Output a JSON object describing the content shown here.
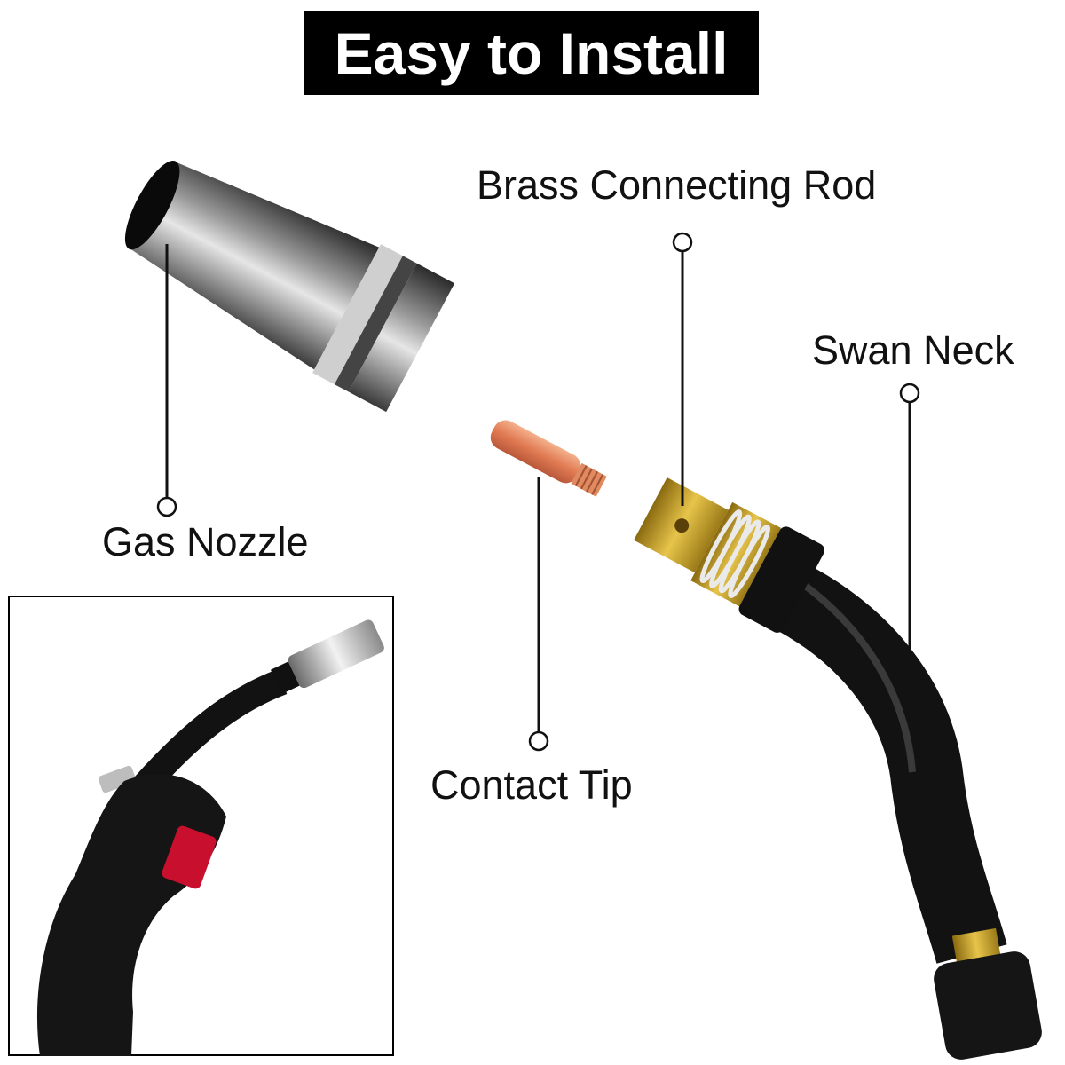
{
  "title": "Easy to Install",
  "labels": {
    "brass_connecting_rod": "Brass Connecting Rod",
    "swan_neck": "Swan Neck",
    "gas_nozzle": "Gas Nozzle",
    "contact_tip": "Contact Tip"
  },
  "colors": {
    "title_bg": "#000000",
    "title_text": "#ffffff",
    "label_text": "#111111",
    "nozzle_metal": "#7a7a7a",
    "contact_tip_copper": "#e08a62",
    "brass": "#c9a227",
    "cable_black": "#111111",
    "trigger_red": "#c8102e"
  }
}
